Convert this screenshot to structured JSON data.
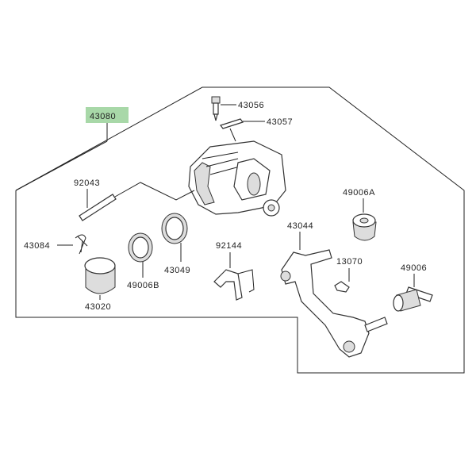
{
  "diagram": {
    "highlight_color": "#a8d8a8",
    "assembly_label": "43080",
    "parts": {
      "p43056": "43056",
      "p43057": "43057",
      "p92043": "92043",
      "p49006A": "49006A",
      "p43084": "43084",
      "p43049": "43049",
      "p43044": "43044",
      "p92144": "92144",
      "p13070": "13070",
      "p49006": "49006",
      "p43020": "43020",
      "p49006B": "49006B"
    }
  }
}
